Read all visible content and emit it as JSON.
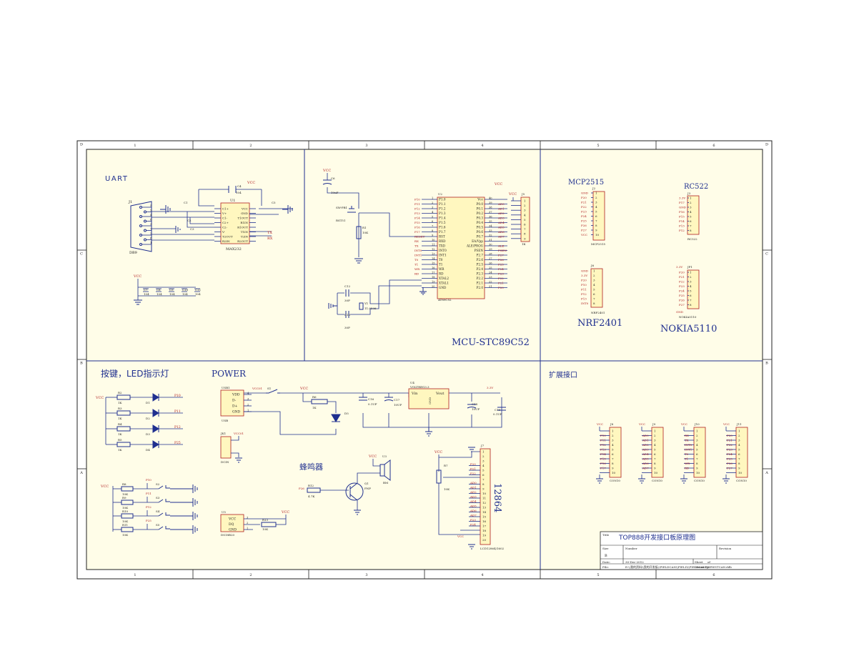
{
  "colors": {
    "wire": "#1f2f8f",
    "pin_label": "#b02020",
    "part_body": "#fff7bf",
    "sheet_bg": "#fffde8",
    "frame": "#222222",
    "power": "#b02020"
  },
  "border": {
    "cols": [
      "1",
      "2",
      "3",
      "4",
      "5",
      "6"
    ],
    "rows": [
      "D",
      "C",
      "B",
      "A"
    ]
  },
  "sections": {
    "uart": "UART",
    "mcu": "MCU-STC89C52",
    "mcp": "MCP2515",
    "rc522": "RC522",
    "nrf": "NRF2401",
    "nokia": "NOKIA5110",
    "keys": "按键，LED指示灯",
    "power": "POWER",
    "ext": "扩展接口",
    "buzzer": "蜂鸣器"
  },
  "uart": {
    "j1": "J1",
    "db9": "DB9",
    "u1": "U1",
    "chip": "MAX232",
    "left_pins": [
      "C1+",
      "V+",
      "C1-",
      "C2+",
      "C2-",
      "V-",
      "T2OUT",
      "R2IN"
    ],
    "right_pins": [
      "VCC",
      "GND",
      "T1OUT",
      "R1IN",
      "R1OUT",
      "T1IN",
      "T2IN",
      "R2OUT"
    ],
    "tx": "TX",
    "rx": "RX",
    "vcc": "VCC",
    "caps": [
      "C4",
      "C1",
      "C3",
      "C2",
      "C5"
    ],
    "cap_val": "104",
    "bypass": [
      "C7",
      "C8",
      "C9",
      "C10",
      "C11"
    ]
  },
  "mcu": {
    "u2": "U2",
    "chip": "AT89C52",
    "vcc": "VCC",
    "left_pins": [
      "P1.0",
      "P1.1",
      "P1.2",
      "P1.3",
      "P1.4",
      "P1.5",
      "P1.6",
      "P1.7",
      "RST",
      "RXD",
      "TXD",
      "INT0",
      "INT1",
      "T0",
      "T1",
      "WR",
      "RD",
      "XTAL2",
      "XTAL1",
      "GND"
    ],
    "left_nets": [
      "P10",
      "P11",
      "P12",
      "P13",
      "P14",
      "P15",
      "P16",
      "P17",
      "RESET",
      "RX",
      "TX",
      "INT0",
      "INT1",
      "T0",
      "T1",
      "WR",
      "RD",
      "",
      "",
      ""
    ],
    "right_pins": [
      "Vcc",
      "P0.0",
      "P0.1",
      "P0.2",
      "P0.3",
      "P0.4",
      "P0.5",
      "P0.6",
      "P0.7",
      "EA/Vpp",
      "ALE/PROG",
      "PSEN",
      "P2.7",
      "P2.6",
      "P2.5",
      "P2.4",
      "P2.3",
      "P2.2",
      "P2.1",
      "P2.0"
    ],
    "right_nets": [
      "",
      "AD0",
      "AD1",
      "AD2",
      "AD3",
      "AD4",
      "AD5",
      "AD6",
      "AD7",
      "",
      "ALE",
      "PSEN",
      "P27",
      "P26",
      "P25",
      "P24",
      "P23",
      "P22",
      "P21",
      "P20"
    ],
    "c6": "C6",
    "c6v": "10uF",
    "sw": "SW-PB1",
    "rst": "RST51",
    "r1": "R1",
    "r1v": "10K",
    "c12": "C12",
    "c13": "C13",
    "cval": "30P",
    "y1": "Y1",
    "xtal": "11.0596",
    "j5": "J5",
    "j5v": "1K"
  },
  "mcp": {
    "ref": "J2",
    "nets": [
      "GND",
      "P20",
      "P21",
      "P22",
      "P23",
      "P24",
      "P25",
      "P26",
      "P27",
      "VCC"
    ],
    "foot": "MCP2515"
  },
  "rc522": {
    "ref": "J3",
    "nets": [
      "3.3V",
      "P17",
      "GND",
      "P16",
      "P15",
      "P14",
      "P13",
      "P12"
    ],
    "foot": "RC522"
  },
  "nrf": {
    "ref": "J6",
    "nets": [
      "GND",
      "3.3V",
      "P20",
      "P10",
      "P11",
      "P12",
      "P13",
      "INT0"
    ],
    "foot": "NRF2401"
  },
  "nokia": {
    "ref": "JP1",
    "v": "3.3V",
    "nets": [
      "P20",
      "P21",
      "P22",
      "P23",
      "P24",
      "P25",
      "P26",
      "P27"
    ],
    "gnd": "GND",
    "foot": "NOKIA5110"
  },
  "keys": {
    "vcc": "VCC",
    "leds": [
      {
        "r": "R2",
        "d": "D1",
        "net": "P10"
      },
      {
        "r": "R3",
        "d": "D2",
        "net": "P11"
      },
      {
        "r": "R4",
        "d": "D3",
        "net": "P12"
      },
      {
        "r": "R5",
        "d": "D4",
        "net": "P25"
      }
    ],
    "rval": "1K",
    "buttons": [
      {
        "r": "R8",
        "s": "S2",
        "net": "P10"
      },
      {
        "r": "R9",
        "s": "S3",
        "net": "P11"
      },
      {
        "r": "R10",
        "s": "S4",
        "net": "P12"
      },
      {
        "r": "R11",
        "s": "S5",
        "net": "P25"
      }
    ],
    "bval": "10K"
  },
  "power": {
    "usb": "USB1",
    "usb_pins": [
      "VDD",
      "D-",
      "D+",
      "GND"
    ],
    "usbfoot": "USB",
    "vcc01": "VCC01",
    "s1": "S1",
    "vcc": "VCC",
    "r6": "R6",
    "r6v": "1K",
    "d5": "D5",
    "c16": "C16",
    "c16v": "0.1UF",
    "c17": "C17",
    "c17v": "10UF",
    "u4": "U4",
    "reg": "VOLTREG3.3",
    "vin": "Vin",
    "vout": "Vout",
    "gnd": "GND",
    "c18": "C18",
    "c18v": "10UF",
    "c19": "C19",
    "c19v": "0.1UF",
    "v33": "3.3V",
    "jk": "JK1",
    "jkvcc": "VCC01",
    "dc": "DCIN"
  },
  "buzzer": {
    "vcc": "VCC",
    "u3": "U3",
    "bm": "BM",
    "q1": "Q1",
    "pnp": "PNP",
    "r12": "R12",
    "r12v": "4.7K",
    "net": "P26"
  },
  "ds18": {
    "u5": "U5",
    "pins": [
      "VCC",
      "DQ",
      "GND"
    ],
    "foot": "DS18B20",
    "r": "R13",
    "rv": "10K",
    "vcc": "VCC"
  },
  "lcd": {
    "ref": "J7",
    "vcc": "VCC",
    "r7": "R7",
    "r7v": "10K",
    "big": "12864",
    "foot": "LCD12864/1602",
    "nets": [
      "",
      "",
      "",
      "P20",
      "P21",
      "P22",
      "",
      "AD0",
      "AD1",
      "AD2",
      "AD3",
      "AD4",
      "AD5",
      "AD6",
      "AD7",
      "P23",
      "P24",
      "",
      "",
      ""
    ],
    "vcc2": "VCC"
  },
  "ext": [
    {
      "ref": "J8",
      "vcc": "VCC",
      "nets": [
        "P10",
        "P11",
        "P12",
        "P13",
        "P14",
        "P15",
        "P16",
        "P17"
      ],
      "foot": "CON10"
    },
    {
      "ref": "J9",
      "vcc": "VCC",
      "nets": [
        "AD0",
        "AD1",
        "AD2",
        "AD3",
        "AD4",
        "AD5",
        "AD6",
        "AD7"
      ],
      "foot": "CON10"
    },
    {
      "ref": "J10",
      "vcc": "VCC",
      "nets": [
        "RX",
        "TX",
        "INT0",
        "INT1",
        "T0",
        "T1",
        "WR",
        "RD"
      ],
      "foot": "CON10"
    },
    {
      "ref": "J11",
      "vcc": "VCC",
      "nets": [
        "P20",
        "P21",
        "P22",
        "P23",
        "P24",
        "P25",
        "P26",
        "P27"
      ],
      "foot": "CON10"
    }
  ],
  "titleblock": {
    "title_label": "Title",
    "title": "TOP888开发接口板原理图",
    "size_label": "Size",
    "size": "B",
    "number_label": "Number",
    "revision_label": "Revision",
    "date_label": "Date:",
    "date": "30-Dec-2012",
    "file_label": "File:",
    "file": "E:\\\\我的资料\\\\我的开发板\\\\FIELDCAN\\\\FIELD\\\\FIELDCAN\\\\NEWSTCAN.ddb",
    "sheet_label": "Sheet",
    "of_label": "of",
    "drawn_label": "Drawn By:"
  }
}
